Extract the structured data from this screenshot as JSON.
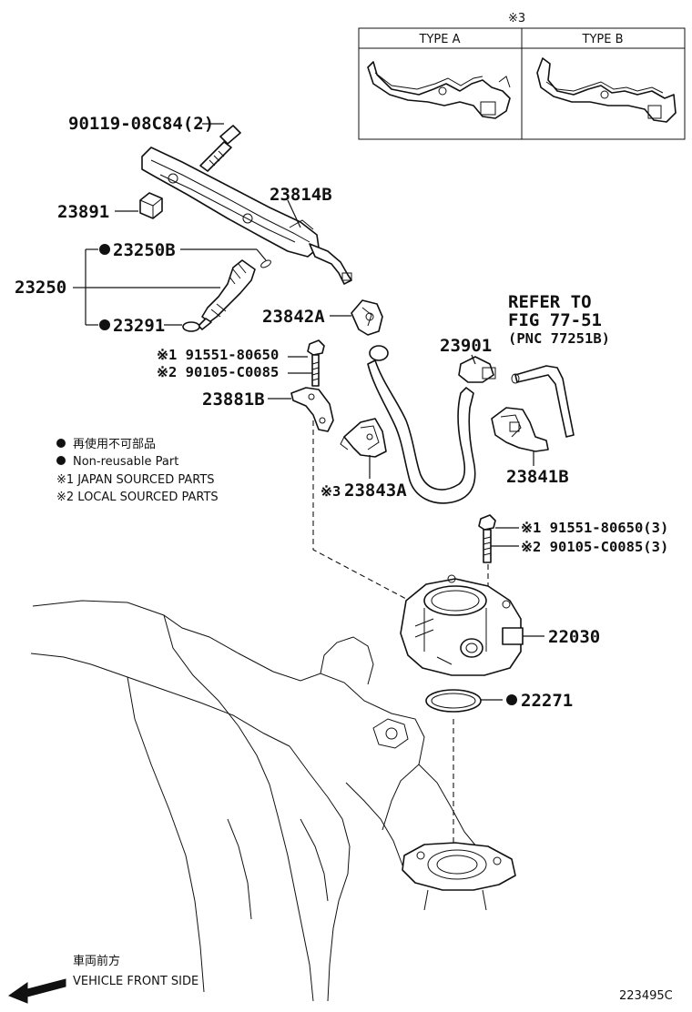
{
  "type_table": {
    "note_mark": "※3",
    "col_a": "TYPE A",
    "col_b": "TYPE B"
  },
  "labels": {
    "bolt_90119": "90119-08C84(2)",
    "rail_23814B": "23814B",
    "spacer_23891": "23891",
    "injector_assy_23250": "23250",
    "oring_23250B": "23250B",
    "insulator_23291": "23291",
    "clamp_23842A": "23842A",
    "bolt_j1": "※1 91551-80650",
    "bolt_l2": "※2 90105-C0085",
    "bracket_23881B": "23881B",
    "hose_23901": "23901",
    "refer_line1": "REFER TO",
    "refer_line2": "FIG 77-51",
    "refer_line3": "(PNC 77251B)",
    "clamp_23841B": "23841B",
    "bracket_23843A": "23843A",
    "bracket_23843A_mark": "※3",
    "bolt_j1_3": "※1 91551-80650(3)",
    "bolt_l2_3": "※2 90105-C0085(3)",
    "throttle_22030": "22030",
    "gasket_22271": "22271"
  },
  "legend": {
    "nonreusable_jp": "再使用不可部品",
    "nonreusable_en": "Non-reusable Part",
    "japan_sourced": "※1 JAPAN SOURCED PARTS",
    "local_sourced": "※2 LOCAL SOURCED PARTS"
  },
  "footer": {
    "front_jp": "車両前方",
    "front_en": "VEHICLE FRONT SIDE",
    "diagram_id": "223495C"
  }
}
